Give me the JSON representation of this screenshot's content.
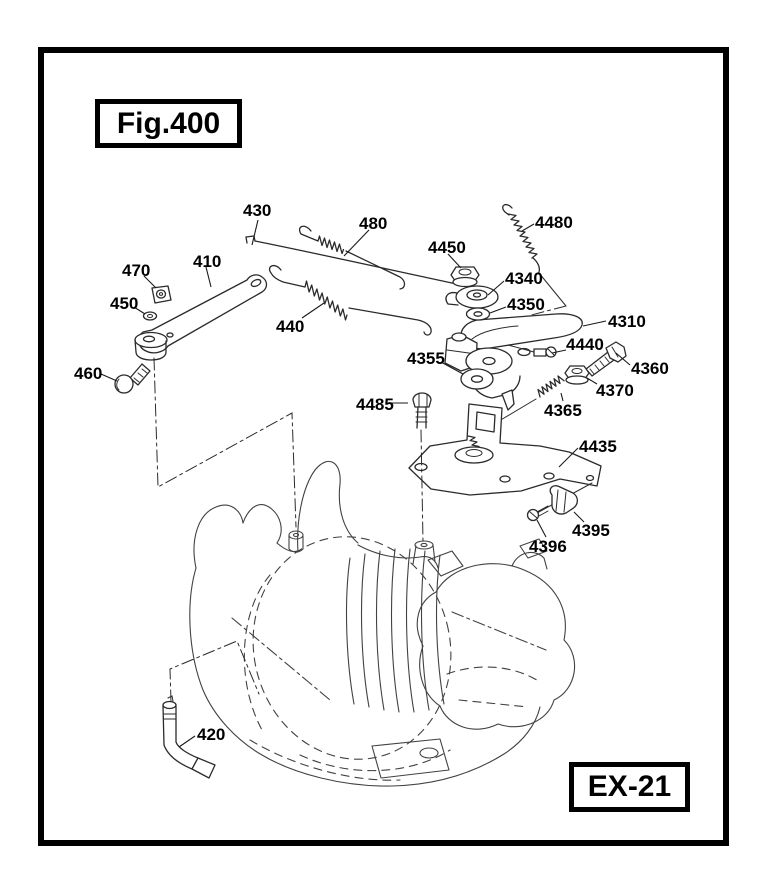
{
  "figure": {
    "number": "Fig.400",
    "sheet_code": "EX-21"
  },
  "colors": {
    "ink": "#1a1a1a",
    "background": "#ffffff"
  },
  "callouts": [
    {
      "ref": "430"
    },
    {
      "ref": "480"
    },
    {
      "ref": "4480"
    },
    {
      "ref": "4450"
    },
    {
      "ref": "4340"
    },
    {
      "ref": "4350"
    },
    {
      "ref": "410"
    },
    {
      "ref": "470"
    },
    {
      "ref": "450"
    },
    {
      "ref": "460"
    },
    {
      "ref": "440"
    },
    {
      "ref": "4310"
    },
    {
      "ref": "4440"
    },
    {
      "ref": "4360"
    },
    {
      "ref": "4370"
    },
    {
      "ref": "4365"
    },
    {
      "ref": "4355"
    },
    {
      "ref": "4485"
    },
    {
      "ref": "4435"
    },
    {
      "ref": "4395"
    },
    {
      "ref": "4396"
    },
    {
      "ref": "420"
    }
  ]
}
